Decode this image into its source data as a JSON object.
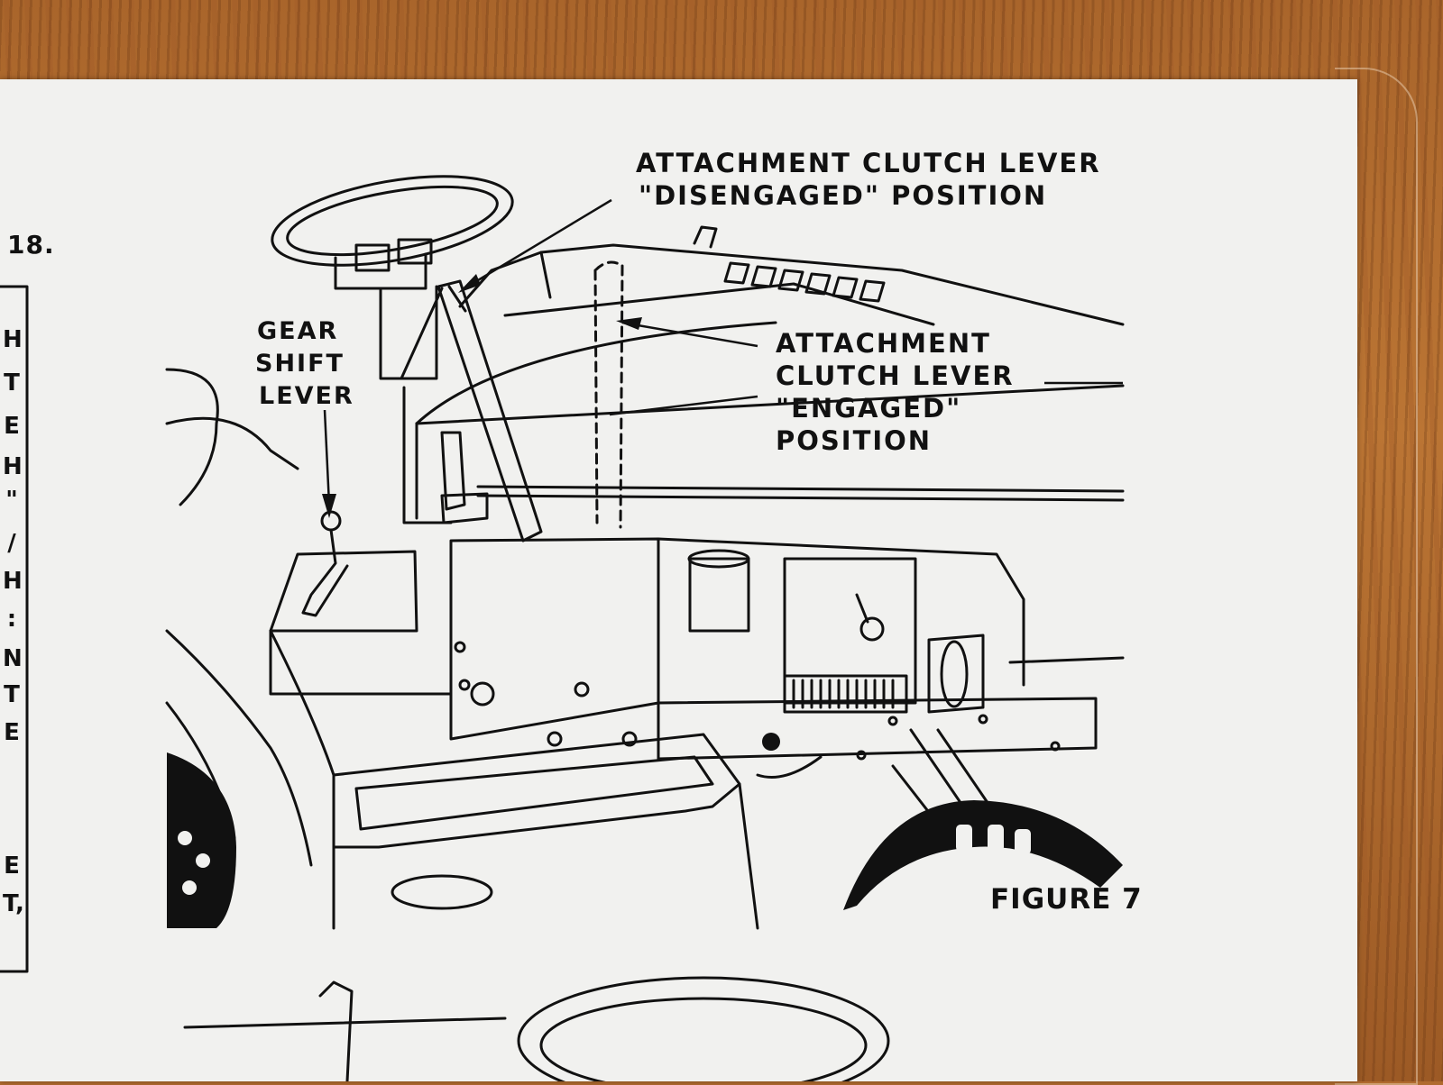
{
  "page_number_fragment": "18.",
  "left_column_chars": [
    "H",
    "T",
    "E",
    "H",
    "\"",
    "/",
    "H",
    ":",
    "N",
    "T",
    "E",
    "E",
    "T,"
  ],
  "labels": {
    "disengaged": [
      "ATTACHMENT CLUTCH LEVER",
      "\"DISENGAGED\" POSITION"
    ],
    "gear_shift": [
      "GEAR",
      "SHIFT",
      "LEVER"
    ],
    "engaged": [
      "ATTACHMENT",
      "CLUTCH LEVER",
      "\"ENGAGED\"",
      "POSITION"
    ],
    "figure": "FIGURE 7"
  },
  "colors": {
    "paper": "#f1f1ef",
    "ink": "#111111",
    "wood": "#b06a2e"
  }
}
